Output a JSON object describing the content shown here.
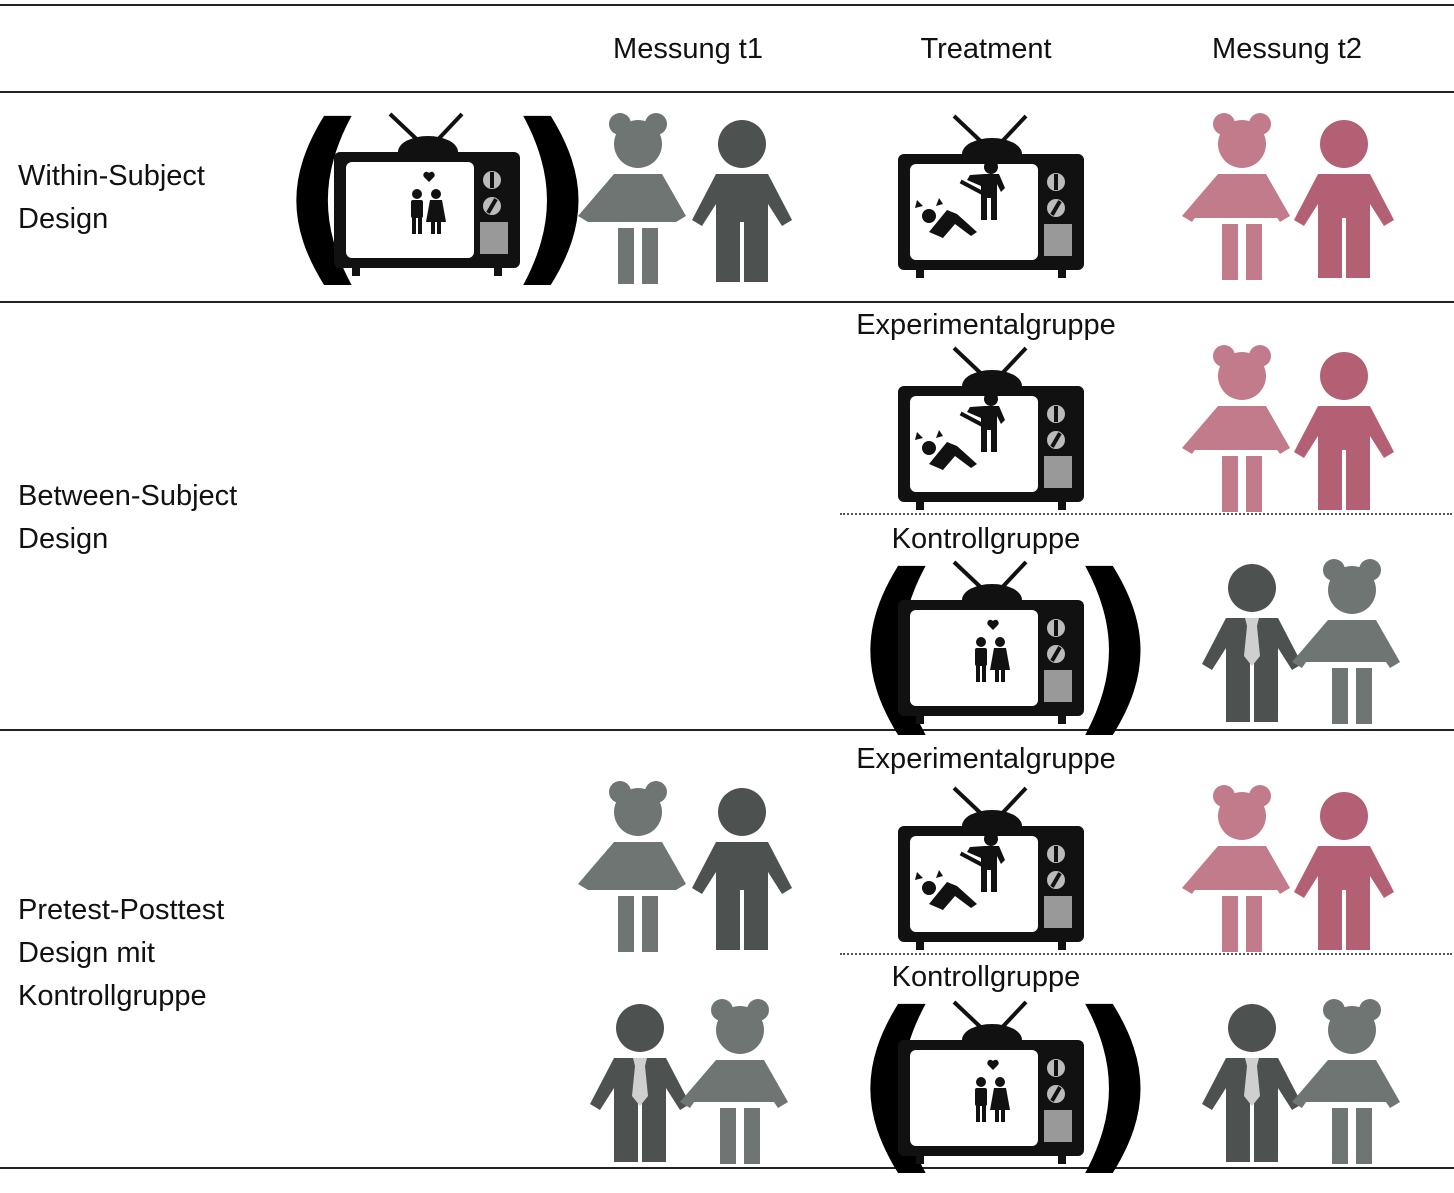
{
  "columns": {
    "t1": "Messung t1",
    "treatment": "Treatment",
    "t2": "Messung t2"
  },
  "rows": [
    {
      "id": "within",
      "label_lines": [
        "Within-Subject",
        "Design"
      ]
    },
    {
      "id": "between",
      "label_lines": [
        "Between-Subject",
        "Design"
      ]
    },
    {
      "id": "pretest",
      "label_lines": [
        "Pretest-Posttest",
        "Design mit",
        "Kontrollgruppe"
      ]
    }
  ],
  "groups": {
    "experimental": "Experimentalgruppe",
    "control": "Kontrollgruppe"
  },
  "colors": {
    "girl_grey": "#6f7573",
    "boy_grey": "#4d5150",
    "girl_pink": "#c17b8a",
    "boy_pink": "#b35f74",
    "tv_black": "#111111",
    "tie_light": "#cfcfcf"
  },
  "icons": {
    "tv_love": "tv-love-scene-icon",
    "tv_violence": "tv-violence-scene-icon",
    "girl": "girl-figure-icon",
    "boy": "boy-figure-icon",
    "boy_tie": "boy-with-tie-figure-icon"
  }
}
